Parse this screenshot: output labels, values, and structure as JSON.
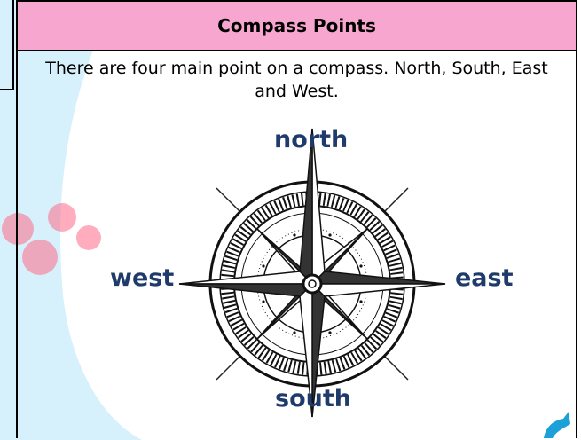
{
  "worksheet": {
    "title": "Compass Points",
    "intro": "There are four main point on a compass. North, South, East and West."
  },
  "compass": {
    "directions": {
      "north": "north",
      "south": "south",
      "east": "east",
      "west": "west"
    }
  },
  "colors": {
    "title_bar": "#f7a6cf",
    "label_text": "#1f3b6b",
    "swoosh": "#d6f1fb",
    "watermark_red": "#ff6b8a"
  }
}
